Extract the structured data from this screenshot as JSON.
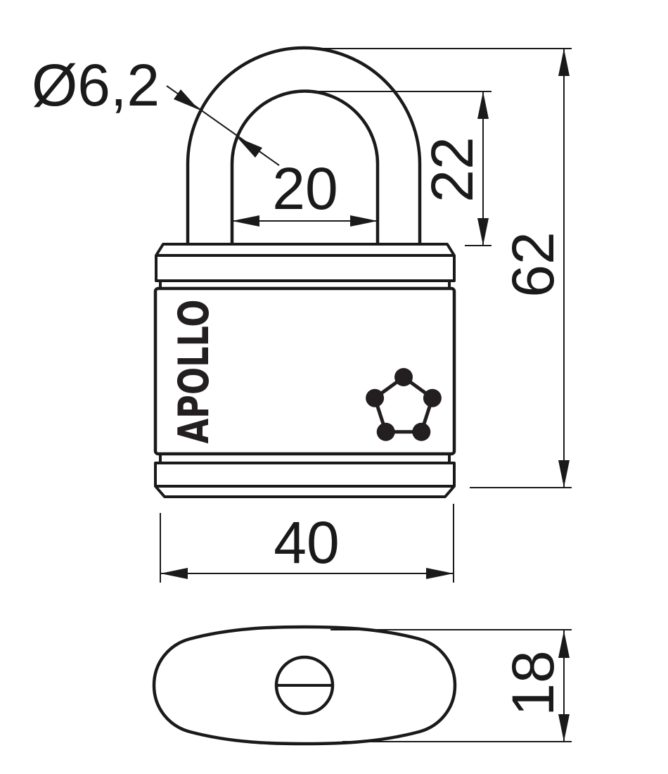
{
  "colors": {
    "ink": "#1a1a1a",
    "brand": "#231f20",
    "background": "#ffffff"
  },
  "front_view": {
    "branding": {
      "brand_label": "APOLLO",
      "logo_icon": "pentagon-dots-logo"
    },
    "dimensions": {
      "shackle_diameter": "Ø6,2",
      "shackle_opening_width": "20",
      "shackle_opening_height": "22",
      "overall_height": "62",
      "body_width": "40"
    }
  },
  "bottom_view": {
    "dimensions": {
      "body_depth": "18"
    }
  }
}
